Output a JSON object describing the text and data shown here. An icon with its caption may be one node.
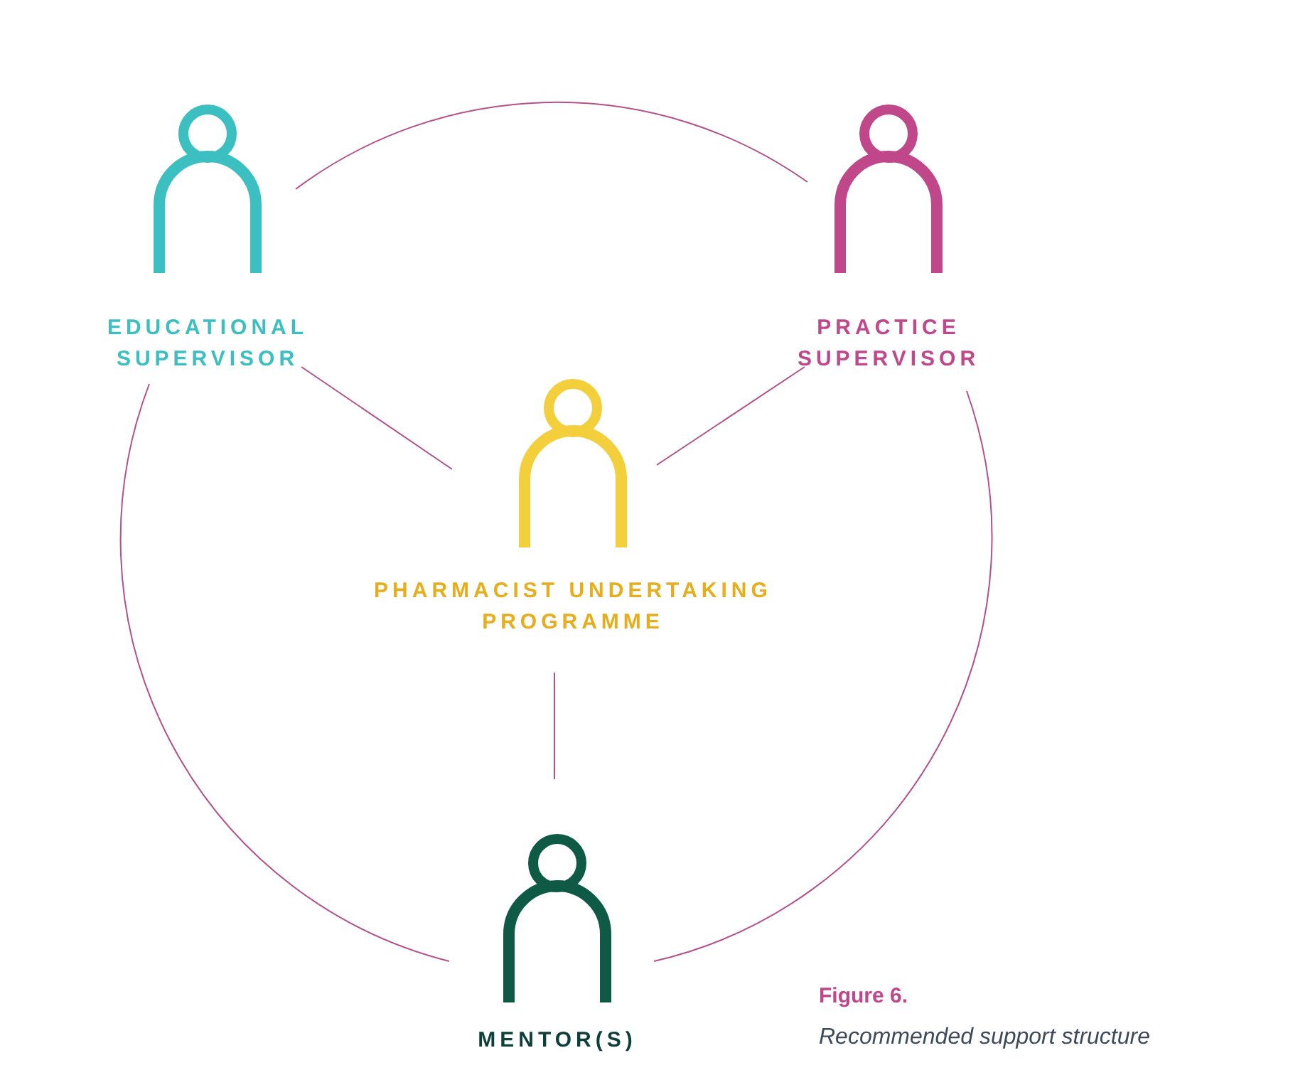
{
  "diagram": {
    "nodes": [
      {
        "text": [
          "EDUCATIONAL SUPERVISOR"
        ]
      },
      {
        "text": [
          "PRACTICE SUPERVISOR"
        ]
      },
      {
        "text": [
          "PHARMACIST UNDERTAKING PROGRAMME"
        ]
      },
      {
        "text": [
          "MENTOR(S)"
        ]
      }
    ],
    "edges": [
      {
        "from": 0,
        "to": 1,
        "arrow": "none"
      },
      {
        "from": 0,
        "to": 2,
        "arrow": "none"
      },
      {
        "from": 1,
        "to": 2,
        "arrow": "none"
      },
      {
        "from": 2,
        "to": 3,
        "arrow": "none"
      },
      {
        "from": 0,
        "to": 3,
        "arrow": "none"
      },
      {
        "from": 1,
        "to": 3,
        "arrow": "none"
      }
    ],
    "labels": [
      "Figure 6.",
      "Recommended support structure"
    ]
  }
}
